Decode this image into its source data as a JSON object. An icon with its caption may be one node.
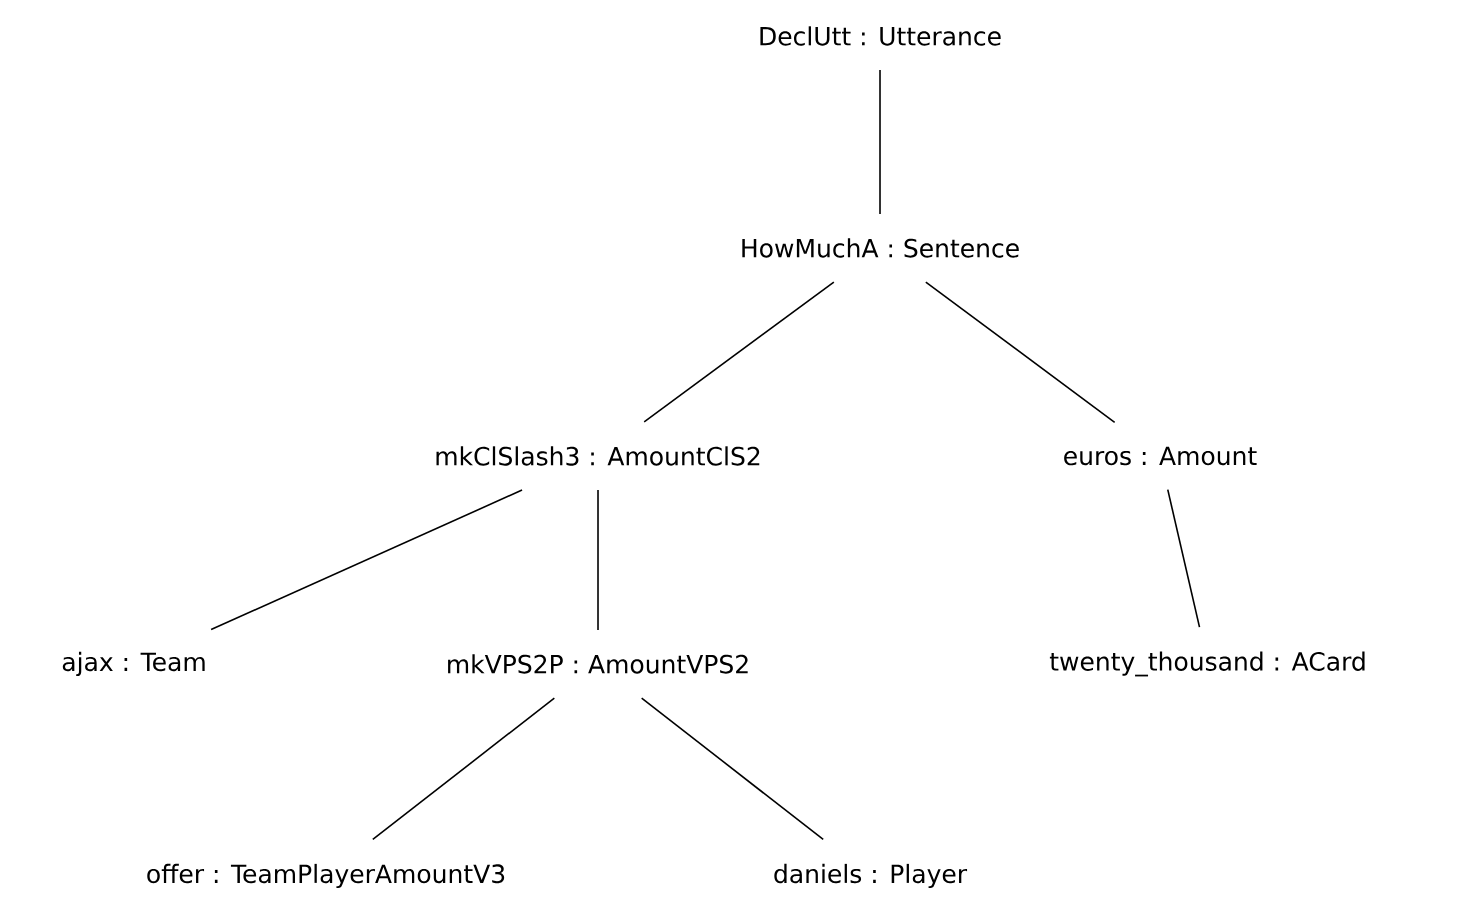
{
  "diagram": {
    "nodes": [
      {
        "text": [
          "DeclUtt : Utterance"
        ]
      },
      {
        "text": [
          "HowMuchA : Sentence"
        ]
      },
      {
        "text": [
          "mkClSlash3 : AmountClS2"
        ]
      },
      {
        "text": [
          "euros : Amount"
        ]
      },
      {
        "text": [
          "ajax : Team"
        ]
      },
      {
        "text": [
          "mkVPS2P : AmountVPS2"
        ]
      },
      {
        "text": [
          "twenty_thousand : ACard"
        ]
      },
      {
        "text": [
          "offer : TeamPlayerAmountV3"
        ]
      },
      {
        "text": [
          "daniels : Player"
        ]
      }
    ],
    "edges": [
      {
        "from": 0,
        "to": 1,
        "arrow": "none"
      },
      {
        "from": 1,
        "to": 2,
        "arrow": "none"
      },
      {
        "from": 1,
        "to": 3,
        "arrow": "none"
      },
      {
        "from": 2,
        "to": 4,
        "arrow": "none"
      },
      {
        "from": 2,
        "to": 5,
        "arrow": "none"
      },
      {
        "from": 3,
        "to": 6,
        "arrow": "none"
      },
      {
        "from": 5,
        "to": 7,
        "arrow": "none"
      },
      {
        "from": 5,
        "to": 8,
        "arrow": "none"
      }
    ]
  }
}
